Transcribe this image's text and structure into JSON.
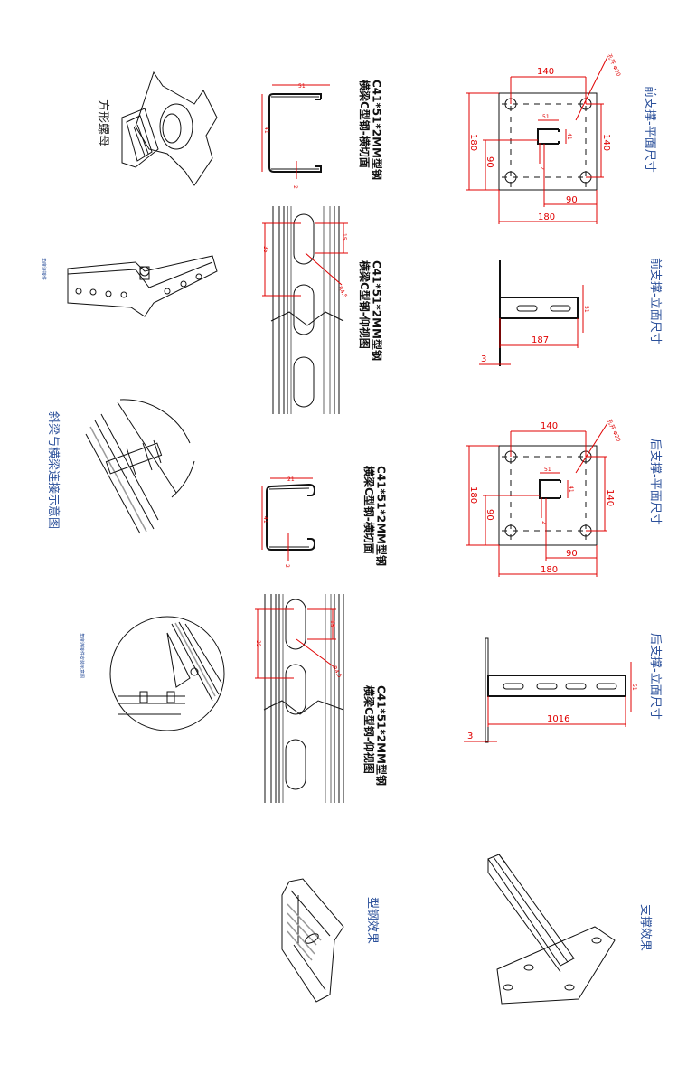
{
  "labels": {
    "square_nut": "方形螺母",
    "angle_connector": "角度连接件",
    "beam_connection": "斜梁与横梁连接示意图",
    "angle_install": "角度连接件安装示意图",
    "profile_effect": "型钢效果",
    "support_effect": "支撑效果"
  },
  "sections": [
    {
      "spec": "C41*51*2MM型钢",
      "title": "横梁C型钢-横切面",
      "dims": {
        "width": "51",
        "height": "41",
        "thickness": "2"
      }
    },
    {
      "spec": "C41*51*2MM型钢",
      "title": "横梁C型钢-仰视图",
      "dims": {
        "pitch": "35",
        "slot": "15",
        "radius": "R4.5"
      }
    },
    {
      "spec": "C41*51*2MM型钢",
      "title": "横梁C型钢-横切面",
      "dims": {
        "width": "21",
        "height": "41",
        "thickness": "2"
      }
    },
    {
      "spec": "C41*51*2MM型钢",
      "title": "横梁C型钢-仰视图",
      "dims": {
        "pitch": "35",
        "slot": "15",
        "radius": "R4.5"
      }
    }
  ],
  "front_plan": {
    "title": "前支撑-平面尺寸",
    "hole_spacing_top": "140",
    "plate_height": "180",
    "offset_left": "90",
    "hole_spacing_right": "140",
    "channel_width": "51",
    "channel_height": "41",
    "thickness": "2",
    "offset_bottom": "90",
    "plate_width": "180",
    "hole_note": "孔开 Φ20"
  },
  "front_elev": {
    "title": "前支撑-立面尺寸",
    "length": "187",
    "plate": "3",
    "height": "51"
  },
  "back_plan": {
    "title": "后支撑-平面尺寸",
    "hole_spacing_top": "140",
    "plate_height": "180",
    "offset_left": "90",
    "hole_spacing_right": "140",
    "channel_width": "51",
    "channel_height": "41",
    "thickness": "2",
    "offset_bottom": "90",
    "plate_width": "180",
    "hole_note": "孔开 Φ20"
  },
  "back_elev": {
    "title": "后支撑-立面尺寸",
    "length": "1016",
    "plate": "3",
    "height": "51"
  }
}
